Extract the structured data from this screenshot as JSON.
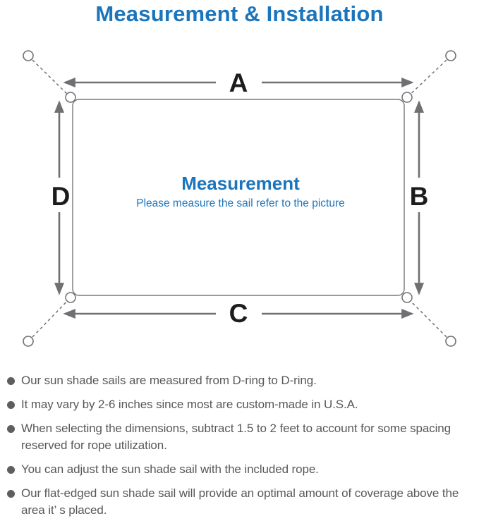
{
  "title": "Measurement & Installation",
  "diagram": {
    "side_labels": {
      "top": "A",
      "right": "B",
      "bottom": "C",
      "left": "D"
    },
    "center_title": "Measurement",
    "center_subtitle": "Please measure the sail refer to the picture"
  },
  "notes": [
    "Our sun shade sails are measured from D-ring to D-ring.",
    "It may vary by 2-6 inches since most are custom-made in U.S.A.",
    "When selecting the dimensions, subtract 1.5 to 2 feet to account for some spacing reserved for rope utilization.",
    "You can adjust the sun shade sail with the included rope.",
    "Our flat-edged sun shade sail will provide an optimal amount of coverage above the area it’ s placed."
  ],
  "colors": {
    "accent_blue": "#1b75bc",
    "line_gray": "#6f7073",
    "label_black": "#1c1c1c",
    "note_gray": "#57585b"
  }
}
